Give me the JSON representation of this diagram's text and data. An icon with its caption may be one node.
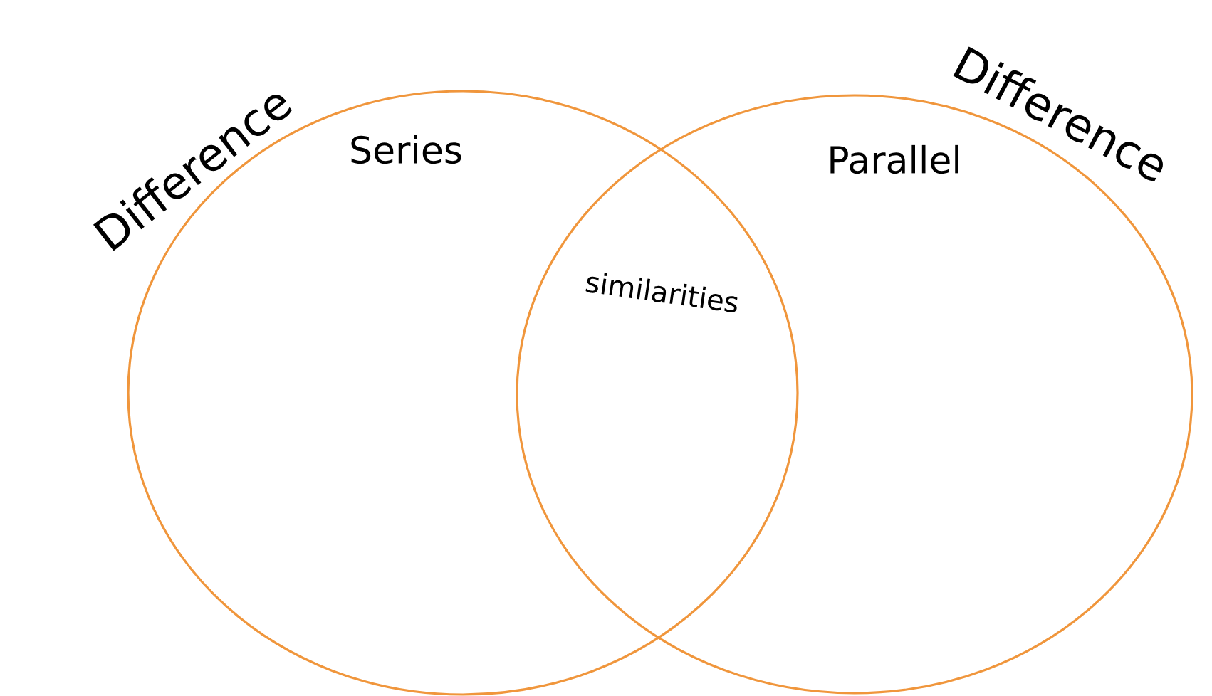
{
  "diagram": {
    "nodes": [
      {
        "text": [
          "Difference",
          "Series"
        ]
      },
      {
        "text": [
          "Difference",
          "Parallel"
        ]
      }
    ],
    "edges": [],
    "labels": [
      "similarities"
    ]
  }
}
